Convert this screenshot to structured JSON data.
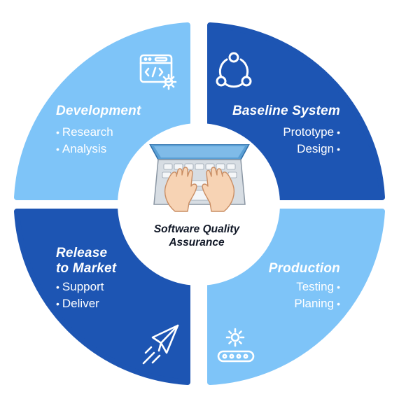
{
  "center": {
    "title": "Software Quality",
    "subtitle": "Assurance"
  },
  "quadrants": {
    "development": {
      "title": "Development",
      "items": [
        "Research",
        "Analysis"
      ],
      "icon": "code-window-gear-icon",
      "color": "#7ec4f8"
    },
    "baseline": {
      "title": "Baseline System",
      "items": [
        "Prototype",
        "Design"
      ],
      "icon": "network-cycle-icon",
      "color": "#1d55b3"
    },
    "release": {
      "title_line1": "Release",
      "title_line2": "to Market",
      "items": [
        "Support",
        "Deliver"
      ],
      "icon": "paper-plane-icon",
      "color": "#1d55b3"
    },
    "production": {
      "title": "Production",
      "items": [
        "Testing",
        "Planing"
      ],
      "icon": "conveyor-gear-icon",
      "color": "#7ec4f8"
    }
  },
  "colors": {
    "light_blue": "#7ec4f8",
    "dark_blue": "#1d55b3",
    "center_fill": "#ffffff"
  }
}
